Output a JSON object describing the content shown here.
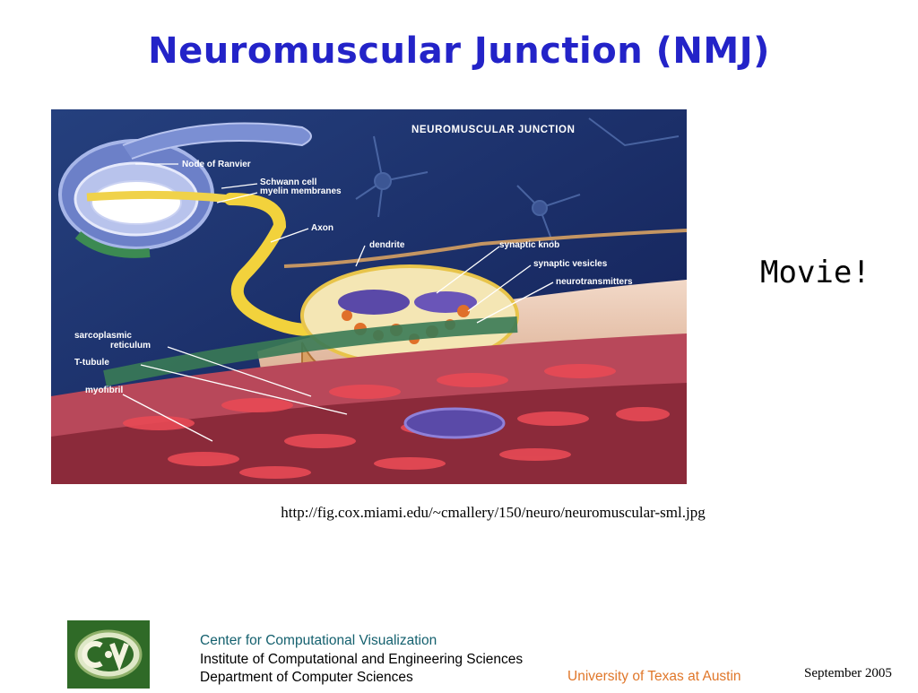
{
  "slide": {
    "title": "Neuromuscular Junction (NMJ)",
    "movie_label": "Movie!",
    "source_url": "http://fig.cox.miami.edu/~cmallery/150/neuro/neuromuscular-sml.jpg"
  },
  "figure": {
    "heading": "NEUROMUSCULAR  JUNCTION",
    "labels": {
      "node_of_ranvier": "Node of Ranvier",
      "schwann_cell": "Schwann cell",
      "myelin_membranes": "myelin membranes",
      "axon": "Axon",
      "dendrite": "dendrite",
      "synaptic_knob": "synaptic knob",
      "synaptic_vesicles": "synaptic vesicles",
      "neurotransmitters": "neurotransmitters",
      "sarcoplasmic": "sarcoplasmic",
      "reticulum": "reticulum",
      "t_tubule": "T-tubule",
      "myofibril": "myofibril"
    }
  },
  "footer": {
    "line1": "Center for Computational Visualization",
    "line2": "Institute of Computational and Engineering Sciences",
    "line3": "Department of Computer Sciences",
    "university": "University of Texas at Austin",
    "date": "September  2005",
    "logo_text": "CCV"
  },
  "colors": {
    "title": "#2323c8",
    "footer_line1": "#14606e",
    "university": "#e0772a",
    "logo_bg": "#2f6a27"
  }
}
